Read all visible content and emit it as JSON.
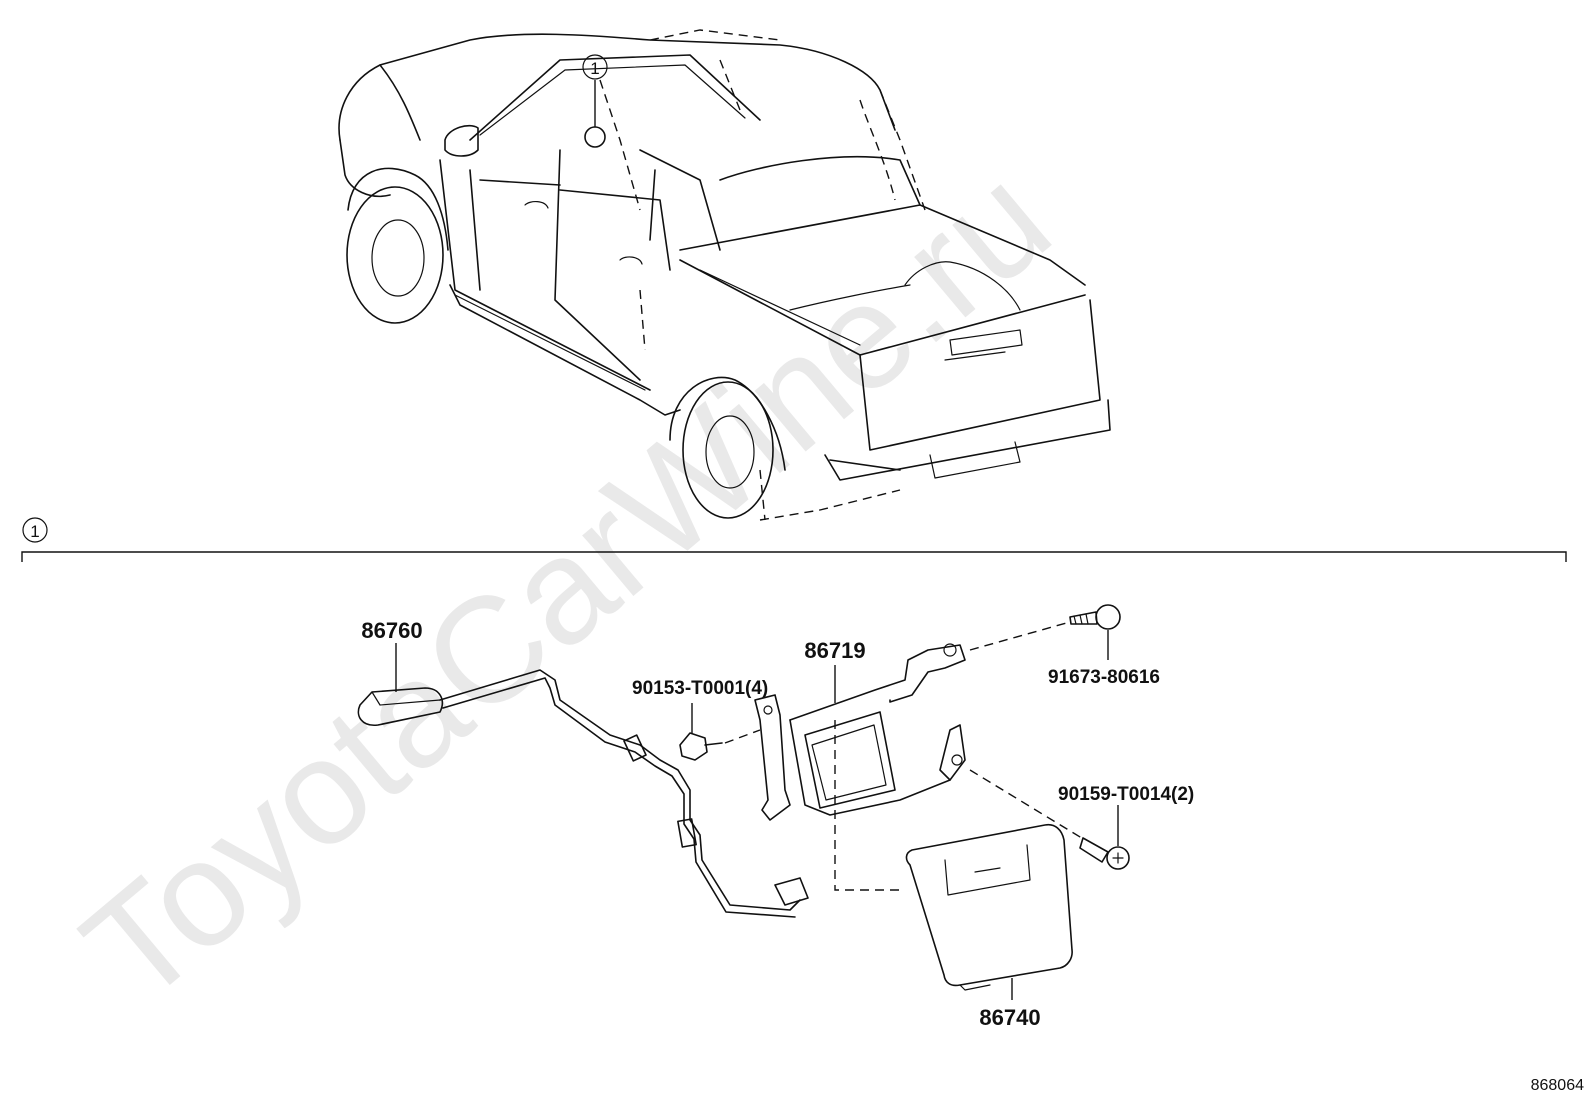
{
  "watermark": "ToyotaCarWine.ru",
  "diagram_number": "868064",
  "section_marker": "1",
  "callout_marker": "1",
  "parts": [
    {
      "key": "part_86760",
      "number": "86760"
    },
    {
      "key": "part_86719",
      "number": "86719"
    },
    {
      "key": "part_86740",
      "number": "86740"
    },
    {
      "key": "part_90153",
      "number": "90153-T0001(4)"
    },
    {
      "key": "part_91673",
      "number": "91673-80616"
    },
    {
      "key": "part_90159",
      "number": "90159-T0014(2)"
    }
  ]
}
